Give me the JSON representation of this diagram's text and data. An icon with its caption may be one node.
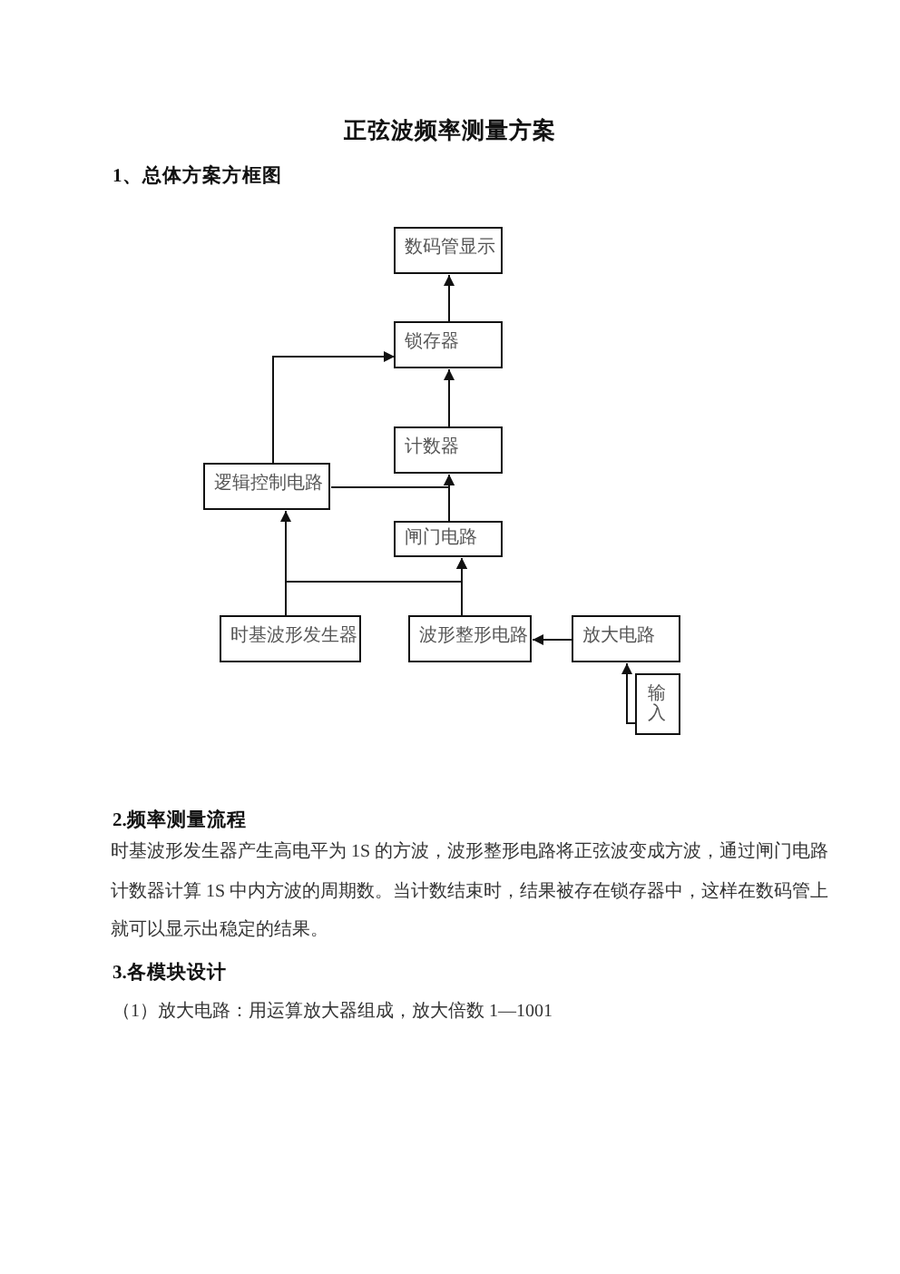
{
  "diagram": {
    "title": "正弦波频率测量方案",
    "nodes": [
      {
        "text": [
          "数码管显示"
        ]
      },
      {
        "text": [
          "锁存器"
        ]
      },
      {
        "text": [
          "计数器"
        ]
      },
      {
        "text": [
          "逻辑控制电路"
        ]
      },
      {
        "text": [
          "闸门电路"
        ]
      },
      {
        "text": [
          "时基波形发生器"
        ]
      },
      {
        "text": [
          "波形整形电路"
        ]
      },
      {
        "text": [
          "放大电路"
        ]
      },
      {
        "text": [
          "输入"
        ]
      }
    ],
    "edges": [
      {
        "from": 1,
        "to": 0,
        "arrow": "to"
      },
      {
        "from": 3,
        "to": 1,
        "arrow": "to"
      },
      {
        "from": 2,
        "to": 1,
        "arrow": "to"
      },
      {
        "from": 3,
        "to": 2,
        "arrow": "to"
      },
      {
        "from": 4,
        "to": 2,
        "arrow": "to"
      },
      {
        "from": 5,
        "to": 3,
        "arrow": "to"
      },
      {
        "from": 5,
        "to": 4,
        "arrow": "to"
      },
      {
        "from": 6,
        "to": 4,
        "arrow": "to"
      },
      {
        "from": 7,
        "to": 6,
        "arrow": "to"
      },
      {
        "from": 8,
        "to": 7,
        "arrow": "to"
      }
    ],
    "labels": [
      "1、总体方案方框图",
      "2.频率测量流程",
      "时基波形发生器产生高电平为 1S 的方波，波形整形电路将正弦波变成方波，通过闸门电路计数器计算 1S 中内方波的周期数。当计数结束时，结果被存在锁存器中，这样在数码管上就可以显示出稳定的结果。",
      "3.各模块设计",
      "（1）放大电路：用运算放大器组成，放大倍数 1—1001"
    ]
  }
}
